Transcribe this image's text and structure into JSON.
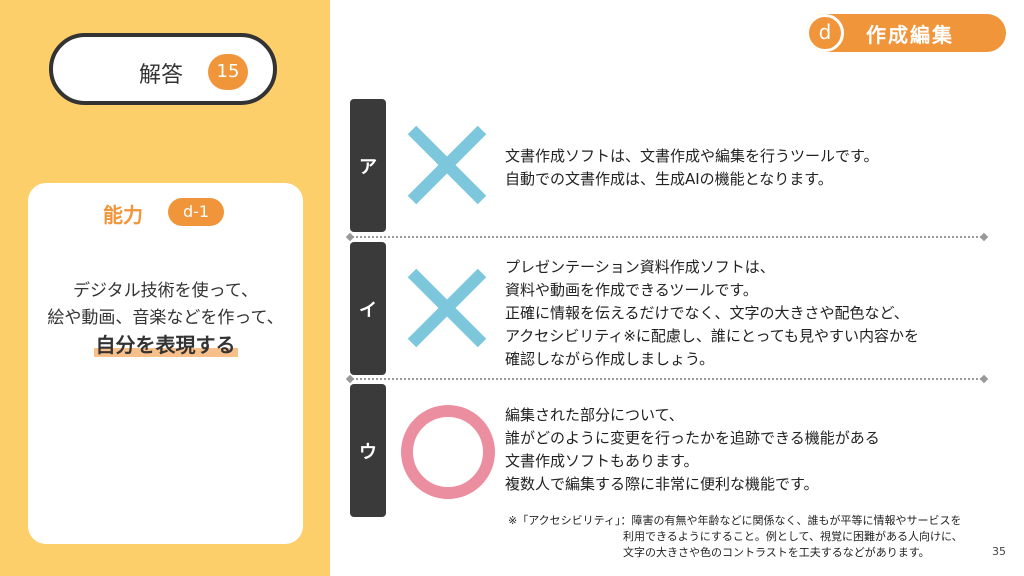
{
  "answer": {
    "label": "解答",
    "number": "15"
  },
  "ability": {
    "title": "能力",
    "code": "d-1",
    "line1": "デジタル技術を使って、",
    "line2": "絵や動画、音楽などを作って、",
    "emphasis": "自分を表現する"
  },
  "category": {
    "letter": "d",
    "label": "作成編集"
  },
  "rows": [
    {
      "tab": "ア",
      "mark": "cross-icon",
      "text": "文書作成ソフトは、文書作成や編集を行うツールです。\n自動での文書作成は、生成AIの機能となります。"
    },
    {
      "tab": "イ",
      "mark": "cross-icon",
      "text": "プレゼンテーション資料作成ソフトは、\n資料や動画を作成できるツールです。\n正確に情報を伝えるだけでなく、文字の大きさや配色など、\nアクセシビリティ※に配慮し、誰にとっても見やすい内容かを\n確認しながら作成しましょう。"
    },
    {
      "tab": "ウ",
      "mark": "circle-icon",
      "text": "編集された部分について、\n誰がどのように変更を行ったかを追跡できる機能がある\n文書作成ソフトもあります。\n複数人で編集する際に非常に便利な機能です。"
    }
  ],
  "note": {
    "line1": "※「アクセシビリティ」：障害の有無や年齢などに関係なく、誰もが平等に情報やサービスを",
    "line2": "利用できるようにすること。例として、視覚に困難がある人向けに、",
    "line3": "文字の大きさや色のコントラストを工夫するなどがあります。"
  },
  "page_number": "35",
  "colors": {
    "panel": "#fdcf6b",
    "accent": "#f0953a",
    "cross": "#7cc7dc",
    "circle": "#eb8ea0",
    "tab": "#3a3a3a"
  }
}
